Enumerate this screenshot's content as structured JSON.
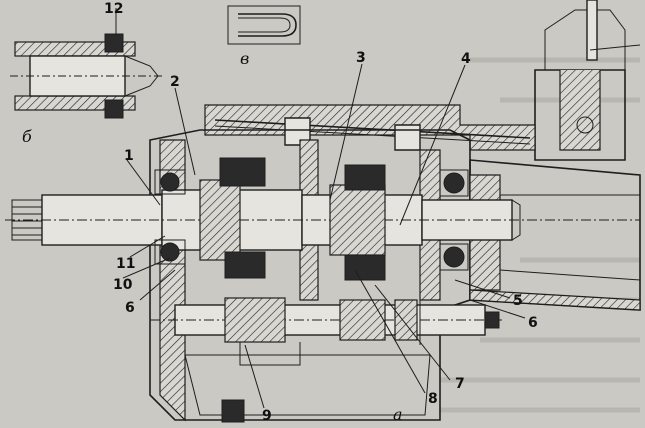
{
  "callouts": [
    "1",
    "2",
    "3",
    "4",
    "5",
    "6",
    "6",
    "7",
    "8",
    "9",
    "10",
    "11",
    "12"
  ],
  "view_letters": {
    "main": "а",
    "detail_b": "б",
    "detail_v": "в"
  },
  "colors": {
    "paper": "#cbc9c3",
    "ink": "#1e1e1e"
  }
}
